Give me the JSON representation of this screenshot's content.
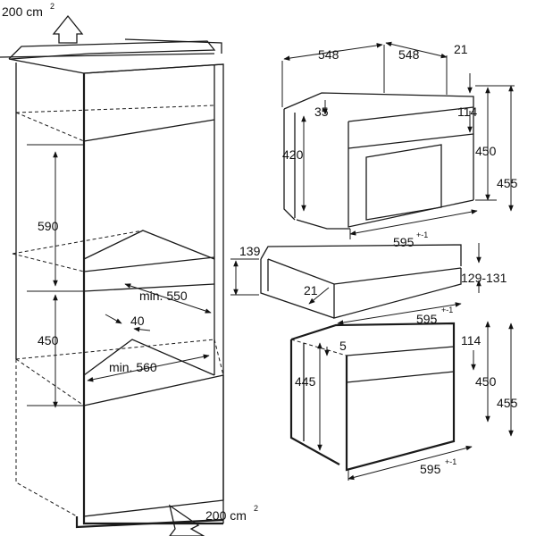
{
  "diagram": {
    "cabinet": {
      "vent_top": {
        "value": "200 cm",
        "sup": "2"
      },
      "vent_bottom": {
        "value": "200 cm",
        "sup": "2"
      },
      "niche_height": "590",
      "lower_height": "450",
      "min_depth": "min. 550",
      "min_width": "min. 560",
      "gap": "40"
    },
    "oven_top": {
      "depth_a": "548",
      "depth_b": "548",
      "offset": "21",
      "inner": "35",
      "side_height": "420",
      "panel": "114",
      "body_height": "450",
      "total_height": "455",
      "width": {
        "value": "595",
        "sup": "+-1"
      }
    },
    "drawer": {
      "height_left": "139",
      "height_right": "129-131",
      "depth": "21",
      "width": {
        "value": "595",
        "sup": "+-1"
      }
    },
    "oven_bottom": {
      "gap": "5",
      "side_height": "445",
      "panel": "114",
      "body_height": "450",
      "total_height": "455",
      "width": {
        "value": "595",
        "sup": "+-1"
      }
    }
  }
}
